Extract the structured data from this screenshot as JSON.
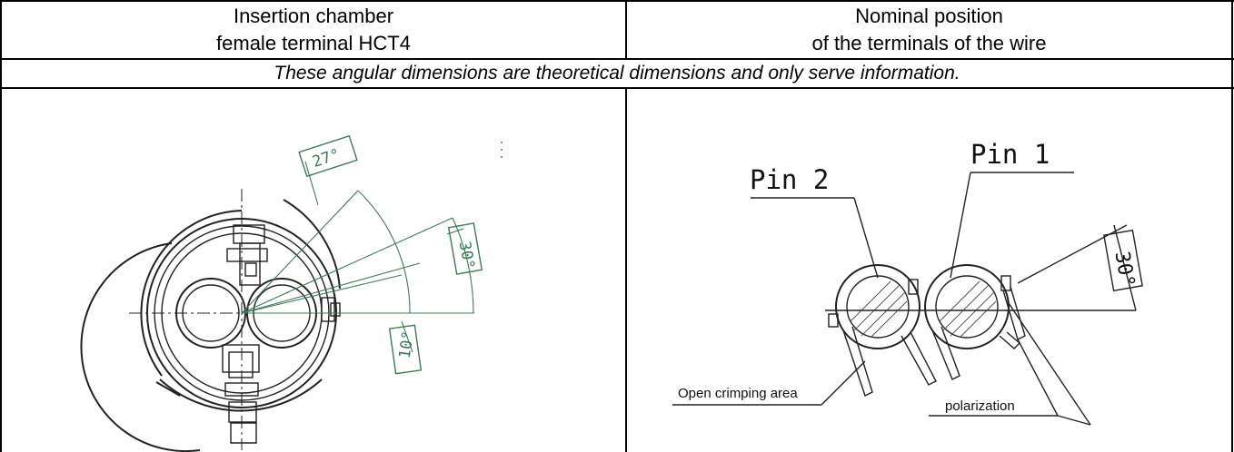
{
  "header": {
    "left_line1": "Insertion chamber",
    "left_line2": "female terminal HCT4",
    "right_line1": "Nominal position",
    "right_line2": "of the terminals of the wire"
  },
  "note": "These angular dimensions are theoretical dimensions and only serve information.",
  "left_drawing": {
    "angle_27": "27°",
    "angle_30": "30°",
    "angle_10": "10°"
  },
  "right_drawing": {
    "pin2": "Pin 2",
    "pin1": "Pin 1",
    "angle_30": "30°",
    "open_crimping": "Open crimping area",
    "polarization": "polarization"
  }
}
